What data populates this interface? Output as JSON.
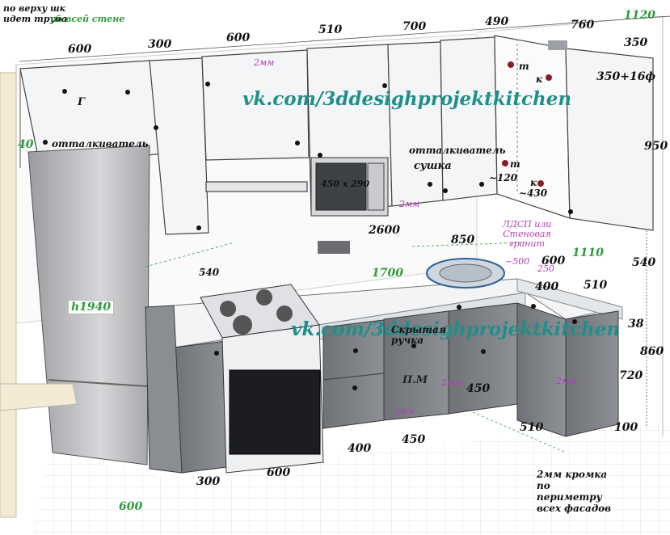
{
  "watermark": "vk.com/3ddesighprojektkitchen",
  "notes": {
    "pipe_top": "по верху шк идет труба",
    "whole_wall": "по всей стене",
    "pusher_left": "отталкиватель",
    "pusher_right": "отталкиватель",
    "dryer": "сушка",
    "microwave": "450 х 290",
    "ldsp": "ЛДСП или Стеновая гранит",
    "handle": "Скрытая ручка",
    "dishwasher": "П.М",
    "edge": "2мм кромка по периметру всех фасадов",
    "fridge_height": "h1940",
    "letter_g": "Г",
    "letter_t1": "т",
    "letter_k1": "к",
    "letter_t2": "т",
    "letter_k2": "к"
  },
  "dimensions": {
    "top_600_left": "600",
    "top_300": "300",
    "top_600_mid": "600",
    "top_510": "510",
    "top_700": "700",
    "top_490": "490",
    "top_760": "760",
    "top_1120": "1120",
    "right_350": "350",
    "right_350_16": "350+16ф",
    "right_950": "950",
    "height_2600": "2600",
    "d_850": "850",
    "d_1700": "1700",
    "d_1110": "1110",
    "d_540_right": "540",
    "d_600_corner": "600",
    "d_250": "250",
    "d_400_corner": "400",
    "d_510_corner": "510",
    "d_38": "38",
    "d_860": "860",
    "d_720": "720",
    "d_100": "100",
    "d_510_bottom": "510",
    "d_450_mid": "450",
    "d_450_bottom": "450",
    "d_400_bottom": "400",
    "d_600_bottom": "600",
    "d_300_bottom": "300",
    "d_600_green": "600",
    "d_540_left": "540",
    "d_40": "40",
    "d_120": "~120",
    "d_430": "~430",
    "d_500": "~500",
    "gap_2mm_a": "2мм",
    "gap_2mm_b": "2мм",
    "gap_2mm_c": "2мм",
    "gap_2mm_d": "2мм",
    "gap_2mm_e": "2мм"
  },
  "colors": {
    "cabinet_dark": "#7c7f84",
    "counter": "#f2f4f6",
    "wall_line": "#b8b8b8",
    "accent_green": "#2e9a3c",
    "accent_purple": "#b13fb8",
    "watermark": "#1f8f8a"
  }
}
